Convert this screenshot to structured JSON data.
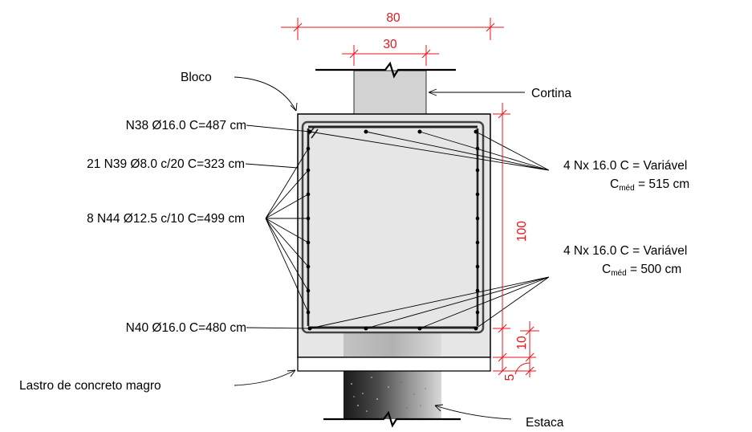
{
  "dimensions": {
    "block_width": "80",
    "column_width": "30",
    "block_height": "100",
    "bottom_cover": "10",
    "lean_thickness": "5"
  },
  "labels": {
    "bloco": "Bloco",
    "cortina": "Cortina",
    "estaca": "Estaca",
    "lastro": "Lastro de concreto magro",
    "n38": "N38 Ø16.0 C=487 cm",
    "n39": "21 N39 Ø8.0 c/20 C=323 cm",
    "n44": "8 N44 Ø12.5 c/10 C=499 cm",
    "n40": "N40 Ø16.0 C=480 cm",
    "top_bars": "4 Nx 16.0 C = Variável",
    "top_cmed_prefix": "C",
    "top_cmed_sub": "méd",
    "top_cmed_value": " = 515 cm",
    "bottom_bars": "4 Nx 16.0 C = Variável",
    "bottom_cmed_prefix": "C",
    "bottom_cmed_sub": "méd",
    "bottom_cmed_value": " = 500 cm"
  },
  "colors": {
    "dimension": "#e8141c",
    "concrete": "#e6e6e6",
    "column": "#d2d2d2"
  }
}
